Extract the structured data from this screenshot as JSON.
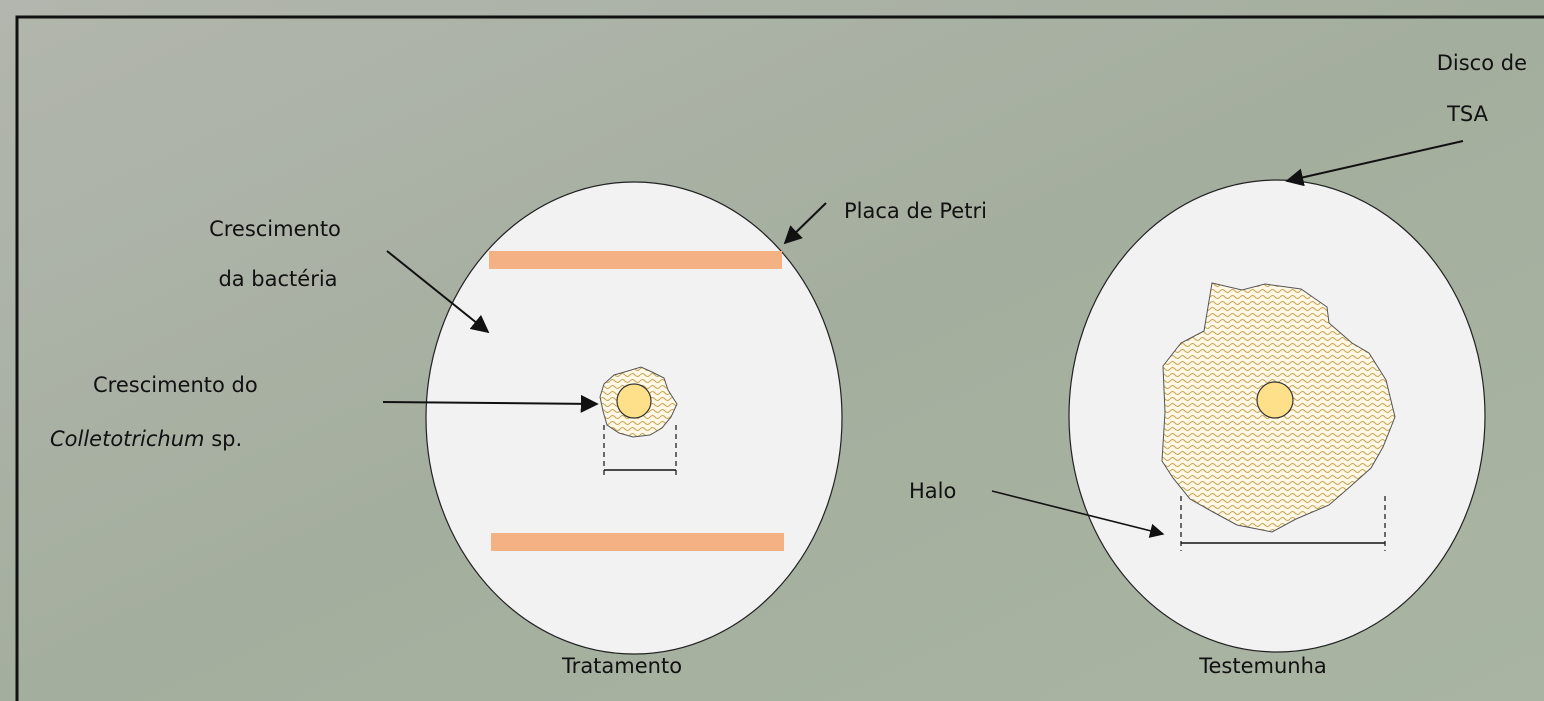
{
  "labels": {
    "bacteria_line1": "Crescimento",
    "bacteria_line2": "da bactéria",
    "fungus_line1": "Crescimento do",
    "fungus_species": "Colletotrichum",
    "fungus_suffix": " sp.",
    "petri": "Placa de Petri",
    "disc_line1": "Disco de",
    "disc_line2": "TSA",
    "halo": "Halo",
    "treatment": "Tratamento",
    "control": "Testemunha"
  },
  "colors": {
    "plate_fill": "#f2f2f2",
    "bacteria_streak": "#f4b183",
    "disc_fill": "#ffe08a",
    "colony_pattern": "#c9a45a",
    "frame_border": "#111111"
  }
}
